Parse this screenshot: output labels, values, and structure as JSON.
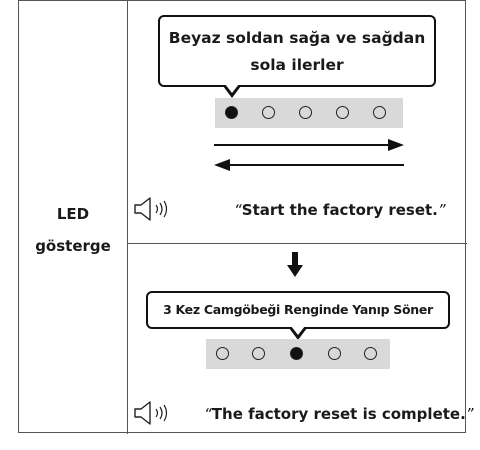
{
  "table": {
    "row_label_line1": "LED",
    "row_label_line2": "gösterge"
  },
  "step1": {
    "callout_line1": "Beyaz soldan sağa ve sağdan",
    "callout_line2": "sola ilerler",
    "leds": [
      true,
      false,
      false,
      false,
      false
    ],
    "voice_message": "Start the factory reset."
  },
  "step2": {
    "callout": "3 Kez Camgöbeği Renginde Yanıp Söner",
    "leds": [
      false,
      false,
      true,
      false,
      false
    ],
    "voice_message": "The factory reset is complete."
  },
  "icons": {
    "speaker": "speaker-icon",
    "arrow_right": "arrow-right-icon",
    "arrow_left": "arrow-left-icon",
    "arrow_down": "arrow-down-icon"
  }
}
